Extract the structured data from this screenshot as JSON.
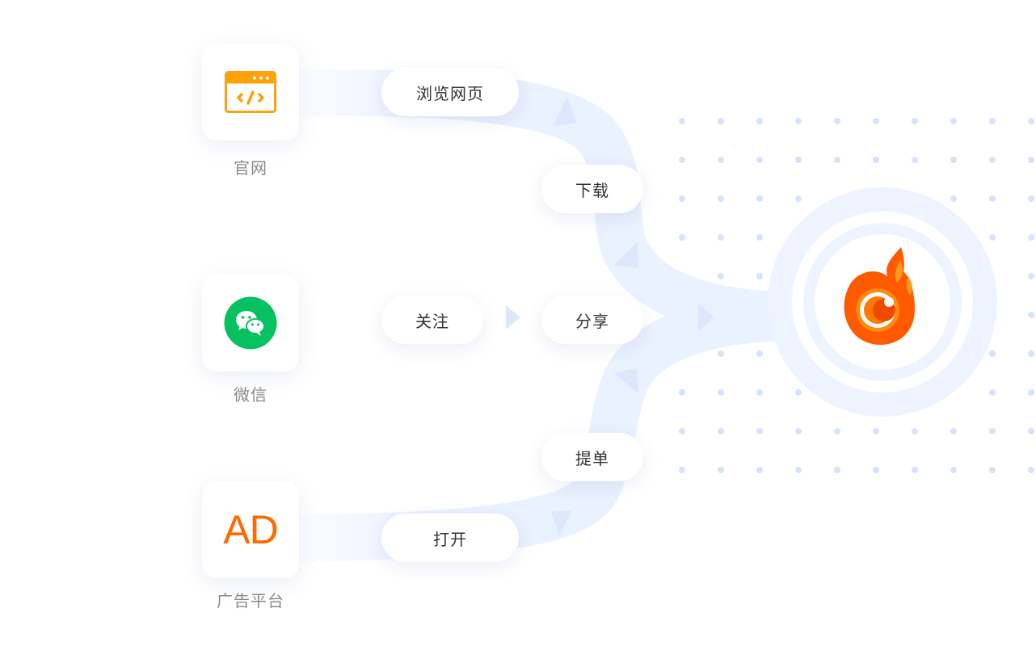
{
  "sources": [
    {
      "id": "website",
      "label": "官网",
      "icon": "browser-code-icon"
    },
    {
      "id": "wechat",
      "label": "微信",
      "icon": "wechat-icon"
    },
    {
      "id": "ad-platform",
      "label": "广告平台",
      "icon": "ad-icon",
      "icon_text": "AD"
    }
  ],
  "actions": {
    "browse": "浏览网页",
    "download": "下载",
    "follow": "关注",
    "share": "分享",
    "order": "提单",
    "open": "打开"
  },
  "target": {
    "icon": "flame-eye-logo-icon"
  },
  "colors": {
    "flow": "#eaf1ff",
    "dots": "#d6e3fb",
    "ring": "#eef4ff",
    "browser_icon": "#ffa10a",
    "wechat_icon": "#07c160",
    "ad_text": "#ff6a00",
    "flame_outer": "#ff5a00",
    "flame_inner": "#ff9a1a"
  }
}
